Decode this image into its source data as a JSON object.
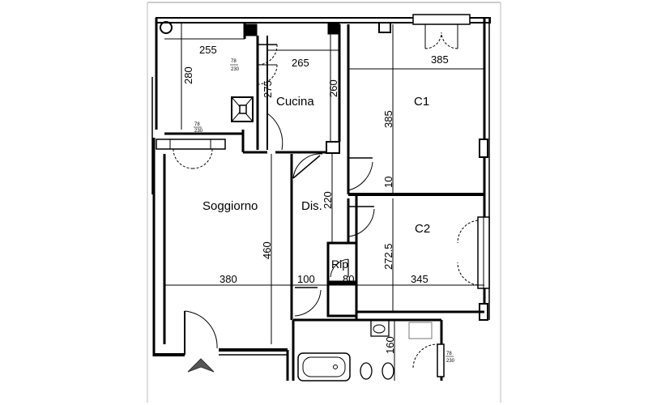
{
  "rooms": {
    "cucina": "Cucina",
    "c1": "C1",
    "c2": "C2",
    "soggiorno": "Soggiorno",
    "dis": "Dis.",
    "rip": "Rip"
  },
  "dimensions": {
    "terrace_width": "255",
    "terrace_depth": "280",
    "kitchen_width": "265",
    "kitchen_depth": "260",
    "kitchen_side": "275",
    "c1_width": "385",
    "c1_depth": "385",
    "wall_10": "10",
    "dis_220": "220",
    "c2_depth": "272.5",
    "c2_width": "345",
    "soggiorno_depth": "460",
    "soggiorno_width": "380",
    "corridor_100": "100",
    "rip_80": "80",
    "bath_160": "160"
  },
  "window_tags": {
    "w_terrace_top": "78",
    "w_terrace_bot": "230",
    "w_terrace2_top": "78",
    "w_terrace2_bot": "230",
    "w_bath_top": "78",
    "w_bath_bot": "230"
  }
}
